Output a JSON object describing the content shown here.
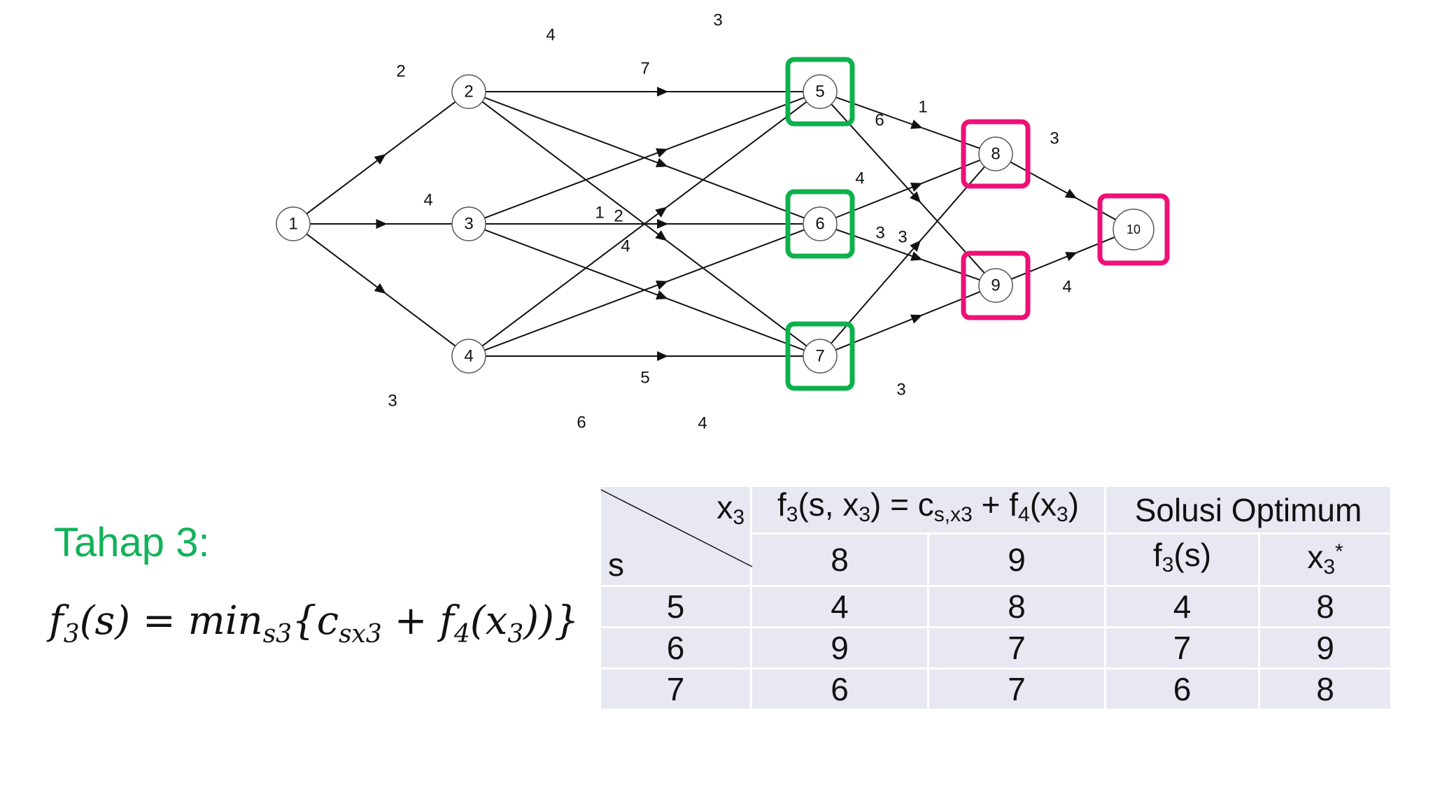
{
  "graph": {
    "nodes": [
      {
        "id": "1",
        "label": "1"
      },
      {
        "id": "2",
        "label": "2"
      },
      {
        "id": "3",
        "label": "3"
      },
      {
        "id": "4",
        "label": "4"
      },
      {
        "id": "5",
        "label": "5",
        "highlight": "green"
      },
      {
        "id": "6",
        "label": "6",
        "highlight": "green"
      },
      {
        "id": "7",
        "label": "7",
        "highlight": "green"
      },
      {
        "id": "8",
        "label": "8",
        "highlight": "pink"
      },
      {
        "id": "9",
        "label": "9",
        "highlight": "pink"
      },
      {
        "id": "10",
        "label": "10",
        "highlight": "pink"
      }
    ],
    "edges": [
      {
        "from": "1",
        "to": "2",
        "weight": "2"
      },
      {
        "from": "1",
        "to": "3",
        "weight": "4"
      },
      {
        "from": "1",
        "to": "4",
        "weight": "3"
      },
      {
        "from": "2",
        "to": "5",
        "weight": "7"
      },
      {
        "from": "2",
        "to": "6",
        "weight": "4"
      },
      {
        "from": "2",
        "to": "7",
        "weight": "6"
      },
      {
        "from": "3",
        "to": "5",
        "weight": "3"
      },
      {
        "from": "3",
        "to": "6",
        "weight": "2"
      },
      {
        "from": "3",
        "to": "7",
        "weight": "4"
      },
      {
        "from": "4",
        "to": "5",
        "weight": "4"
      },
      {
        "from": "4",
        "to": "6",
        "weight": "1"
      },
      {
        "from": "4",
        "to": "7",
        "weight": "5"
      },
      {
        "from": "5",
        "to": "8",
        "weight": "1"
      },
      {
        "from": "5",
        "to": "9",
        "weight": "4"
      },
      {
        "from": "6",
        "to": "8",
        "weight": "6"
      },
      {
        "from": "6",
        "to": "9",
        "weight": "3"
      },
      {
        "from": "7",
        "to": "8",
        "weight": "3"
      },
      {
        "from": "7",
        "to": "9",
        "weight": "3"
      },
      {
        "from": "8",
        "to": "10",
        "weight": "3"
      },
      {
        "from": "9",
        "to": "10",
        "weight": "4"
      }
    ],
    "colors": {
      "green": "#0db14b",
      "pink": "#ee1077",
      "edge": "#111111"
    }
  },
  "stage": {
    "title": "Tahap 3:"
  },
  "formula": {
    "lhs": "f",
    "lhs_sub": "3",
    "lhs_arg": "(s) = min",
    "min_sub": "s3",
    "open": "{c",
    "c_sub": "sx3",
    "plus": " + f",
    "f_sub": "4",
    "arg_open": "(x",
    "x_sub": "3",
    "close": "))}"
  },
  "table": {
    "corner_x": "x",
    "corner_x_sub": "3",
    "corner_s": "s",
    "header_formula": {
      "p1": "f",
      "s1": "3",
      "p2": "(s, x",
      "s2": "3",
      "p3": ") = c",
      "s3": "s,x3",
      "p4": " + f",
      "s4": "4",
      "p5": "(x",
      "s5": "3",
      "p6": ")"
    },
    "header_opt": "Solusi Optimum",
    "sub_8": "8",
    "sub_9": "9",
    "sub_f": {
      "p1": "f",
      "s1": "3",
      "p2": "(s)"
    },
    "sub_x": {
      "p1": "x",
      "s1": "3",
      "sup": "*"
    },
    "rows": [
      {
        "s": "5",
        "v8": "4",
        "v9": "8",
        "f3": "4",
        "x3": "8"
      },
      {
        "s": "6",
        "v8": "9",
        "v9": "7",
        "f3": "7",
        "x3": "9"
      },
      {
        "s": "7",
        "v8": "6",
        "v9": "7",
        "f3": "6",
        "x3": "8"
      }
    ]
  }
}
